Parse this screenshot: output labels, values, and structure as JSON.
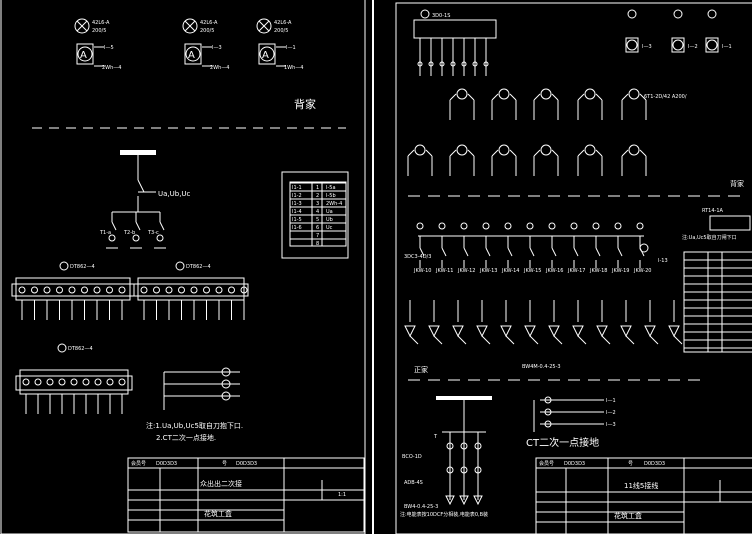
{
  "left": {
    "ammeters": [
      {
        "model": "42L6-A",
        "ratio": "200/5",
        "code": "I—5",
        "wh": "2Wh—4"
      },
      {
        "model": "42L6-A",
        "ratio": "200/5",
        "code": "I—3",
        "wh": "2Wh—4"
      },
      {
        "model": "42L6-A",
        "ratio": "200/5",
        "code": "I—1",
        "wh": "1Wh—4"
      }
    ],
    "back_label": "背家",
    "bus_label": "Ua,Ub,Uc",
    "pt_labels": [
      "T1-a",
      "T2-b",
      "T3-c"
    ],
    "meter1": "DT862—4",
    "meter2": "DT862—4",
    "meter3": "DT862—4",
    "note1": "注:1.Ua,Ub,Uc5取自刀抱下口.",
    "note2": "2.CT二次一点接地.",
    "table_rows": [
      [
        "I1-1",
        "1",
        "I-5a"
      ],
      [
        "I1-2",
        "2",
        "I-5b"
      ],
      [
        "I1-3",
        "3",
        "2Wh-4"
      ],
      [
        "I1-4",
        "4",
        "Ua"
      ],
      [
        "I1-5",
        "5",
        "Ub"
      ],
      [
        "I1-6",
        "6",
        "Uc"
      ],
      [
        "",
        "7",
        ""
      ],
      [
        "",
        "8",
        ""
      ]
    ],
    "title_block": {
      "drawing_no_label": "会员号",
      "drawing_no": "D0D3D3",
      "num_label": "号",
      "num": "D0D3D3",
      "title": "众出出二次接",
      "org": "花筑工盒",
      "scale": "1:1"
    }
  },
  "right": {
    "top_code": "3D0-1S",
    "back_label": "背家",
    "front_label": "正家",
    "relay_label": "RT14-1A",
    "note": "注:Ua,Uc5取自刀闸下口",
    "ct_note": "CT二次一点接地",
    "row2_label": "6T1-2D/42 A200/",
    "terminal_label": "3DC3-4D/3",
    "i_label": "I-13",
    "switch_labels": [
      "JKW-10",
      "JKW-11",
      "JKW-12",
      "JKW-13",
      "JKW-14",
      "JKW-15",
      "JKW-16",
      "JKW-17",
      "JKW-18",
      "JKW-19",
      "JKW-20"
    ],
    "fuse_label": "BW4M-0.4-25-3",
    "left_codes": [
      "BCO-1D",
      "ADB-4S",
      "BW4-0.4-25-3"
    ],
    "title_block": {
      "drawing_no_label": "会员号",
      "drawing_no": "D0D3D3",
      "num_label": "号",
      "num": "D0D3D3",
      "title": "11线5接线",
      "org": "花筑工盒",
      "bottom_note": "注:电能表按10DCF分相装,电能表0,B装"
    }
  }
}
